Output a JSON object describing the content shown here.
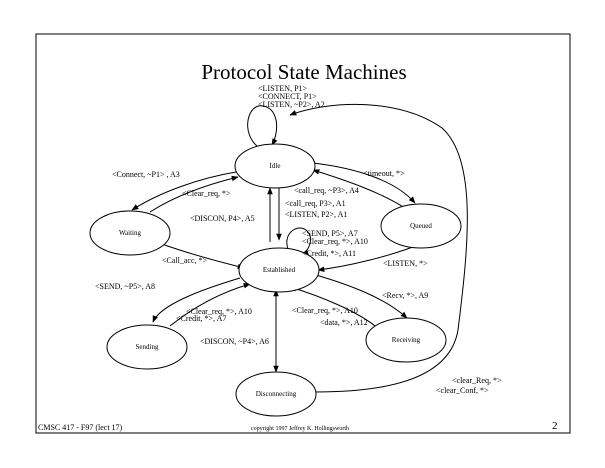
{
  "slide": {
    "title": "Protocol State Machines",
    "footer_left": "CMSC 417 - F97 (lect 17)",
    "footer_center": "copyright 1997 Jeffrey K. Hollingsworth",
    "page_number": "2"
  },
  "states": {
    "idle": "Idle",
    "waiting": "Waiting",
    "queued": "Queued",
    "established": "Established",
    "sending": "Sending",
    "receiving": "Receiving",
    "disconnecting": "Disconnecting"
  },
  "transitions": {
    "idle_self_1": "<LISTEN, P1>",
    "idle_self_2": "<CONNECT, P1>",
    "idle_self_3": "<LISTEN, ~P2>, A2",
    "idle_to_waiting": "<Connect, ~P1> , A3",
    "waiting_to_idle": "<Clear_req, *>",
    "idle_to_queued": "<timeout, *>",
    "queued_to_idle": "<call_req, ~P3>, A4",
    "idle_to_established_1": "<call_req, P3>, A1",
    "idle_to_established_2": "<LISTEN, P2>, A1",
    "established_to_idle": "<DISCON, P4>, A5",
    "est_self_1": "<SEND, P5>, A7",
    "est_self_2": "<Clear_req, *>, A10",
    "est_self_3": "<Credit, *>, A11",
    "waiting_to_established": "<Call_acc, *>",
    "queued_to_established": "<LISTEN, *>",
    "established_to_sending": "<SEND, ~P5>, A8",
    "sending_to_established_1": "<Clear_req, *>, A10",
    "sending_to_established_2": "<Credit, *>, A7",
    "established_to_receiving": "<Recv, *>, A9",
    "receiving_to_established_1": "<Clear_req, *>, A10",
    "receiving_to_established_2": "<data, *>, A12",
    "established_to_disconnecting": "<DISCON, ~P4>, A6",
    "disconnecting_to_idle_1": "<clear_Req, *>",
    "disconnecting_to_idle_2": "<clear_Conf, *>"
  }
}
